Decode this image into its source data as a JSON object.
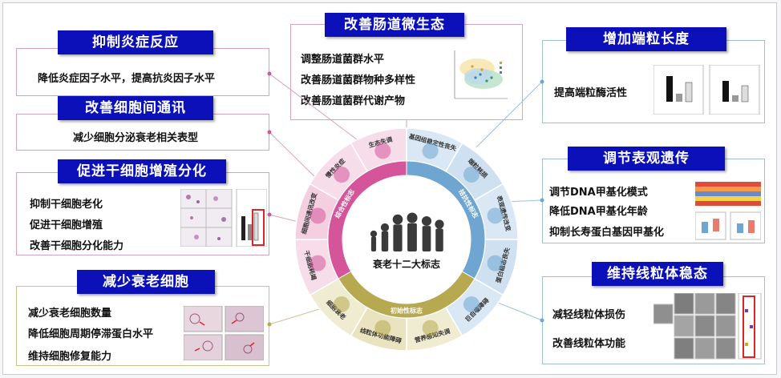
{
  "left_panels": [
    {
      "title": "抑制炎症反应",
      "lines": [
        "降低炎症因子水平，提高抗炎因子水平"
      ]
    },
    {
      "title": "改善细胞间通讯",
      "lines": [
        "减少细胞分泌衰老相关表型"
      ]
    },
    {
      "title": "促进干细胞增殖分化",
      "lines": [
        "抑制干细胞老化",
        "促进干细胞增殖",
        "改善干细胞分化能力"
      ]
    },
    {
      "title": "减少衰老细胞",
      "lines": [
        "减少衰老细胞数量",
        "降低细胞周期停滞蛋白水平",
        "维持细胞修复能力"
      ]
    }
  ],
  "top_panel": {
    "title": "改善肠道微生态",
    "lines": [
      "调整肠道菌群水平",
      "改善肠道菌群物种多样性",
      "改善肠道菌群代谢产物"
    ]
  },
  "right_panels": [
    {
      "title": "增加端粒长度",
      "lines": [
        "提高端粒酶活性"
      ]
    },
    {
      "title": "调节表观遗传",
      "lines": [
        "调节DNA甲基化模式",
        "降低DNA甲基化年龄",
        "抑制长寿蛋白基因甲基化"
      ]
    },
    {
      "title": "维持线粒体稳态",
      "lines": [
        "减轻线粒体损伤",
        "改善线粒体功能"
      ]
    }
  ],
  "wheel": {
    "center_label": "衰老十二大标志",
    "outer_segments": [
      "生态失调",
      "基因组稳定性丧失",
      "端粒耗损",
      "表观遗传改变",
      "蛋白稳态丧失",
      "巨自噬障碍",
      "营养感知失调",
      "线粒体功能障碍",
      "细胞衰老",
      "干细胞耗竭",
      "细胞间通讯改变",
      "慢性炎症"
    ],
    "inner_arcs": [
      "综合性标志",
      "拮抗性标志",
      "初始性标志"
    ]
  },
  "colors": {
    "title_bg": "#0b10b8",
    "pink": "#d4559a",
    "blue": "#6fa6d1",
    "olive": "#b7a94f"
  }
}
